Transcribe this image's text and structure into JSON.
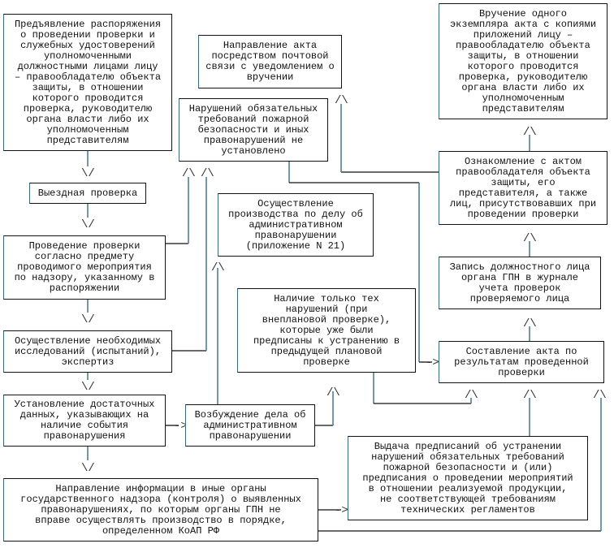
{
  "boxes": {
    "order_presentation": "Предъявление распоряжения\nо проведении проверки и\nслужебных удостоверений\nуполномоченными\nдолжностными лицами лицу\n– правообладателю объекта\nзащиты, в отношении\nкоторого проводится\nпроверка, руководителю\nоргана власти либо их\nуполномоченным\nпредставителям",
    "mail_act": "Направление акта\nпосредством почтовой\nсвязи с уведомлением о\nвручении",
    "no_violations": "Нарушений обязательных\nтребований пожарной\nбезопасности и иных\nправонарушений не\nустановлено",
    "hand_over": "Вручение одного\nэкземпляра акта с копиями\nприложений лицу –\nправообладателю объекта\nзащиты, в отношении\nкоторого проводится\nпроверка, руководителю\nоргана власти либо их\nуполномоченным\nпредставителям",
    "familiarization": "Ознакомление с актом\nправообладателя объекта\nзащиты, его\nпредставителя, а также\nлиц, присутствовавших при\nпроведении проверки",
    "journal_record": "Запись должностного лица\nоргана ГПН в журнале\nучета проверок\nпроверяемого лица",
    "act_drawing": "Составление акта по\nрезультатам проведенной\nпроверки",
    "field_check": "Выездная проверка",
    "admin_proceedings": "Осуществление\nпроизводства по делу об\nадминистративном\nправонарушении\n(приложение N 21)",
    "conducting_check": "Проведение проверки\nсогласно предмету\nпроводимого мероприятия\nпо надзору, указанному в\nраспоряжении",
    "only_prior_violations": "Наличие только тех\nнарушений (при\nвнеплановой проверке),\nкоторые уже были\nпредписаны к устранению в\nпредыдущей плановой\nпроверке",
    "research": "Осуществление необходимых\nисследований (испытаний),\nэкспертиз",
    "sufficient_data": "Установление достаточных\nданных, указывающих на\nналичие события\nправонарушения",
    "case_initiation": "Возбуждение дела об\nадминистративном\nправонарушении",
    "info_other_bodies": "Направление информации в иные органы\nгосударственного надзора (контроля) о выявленных\nправонарушениях, по которым органы ГПН не\nвправе осуществлять производство в порядке,\nопределенном КоАП РФ",
    "prescriptions": "Выдача предписаний об устранении\nнарушений обязательных требований\nпожарной безопасности и (или)\nпредписания о проведении мероприятий\nв отношении реализуемой продукции,\nне соответствующей требованиям\nтехнических регламентов"
  },
  "arrows": {
    "down": "\\/",
    "up": "/\\",
    "right": "->"
  }
}
